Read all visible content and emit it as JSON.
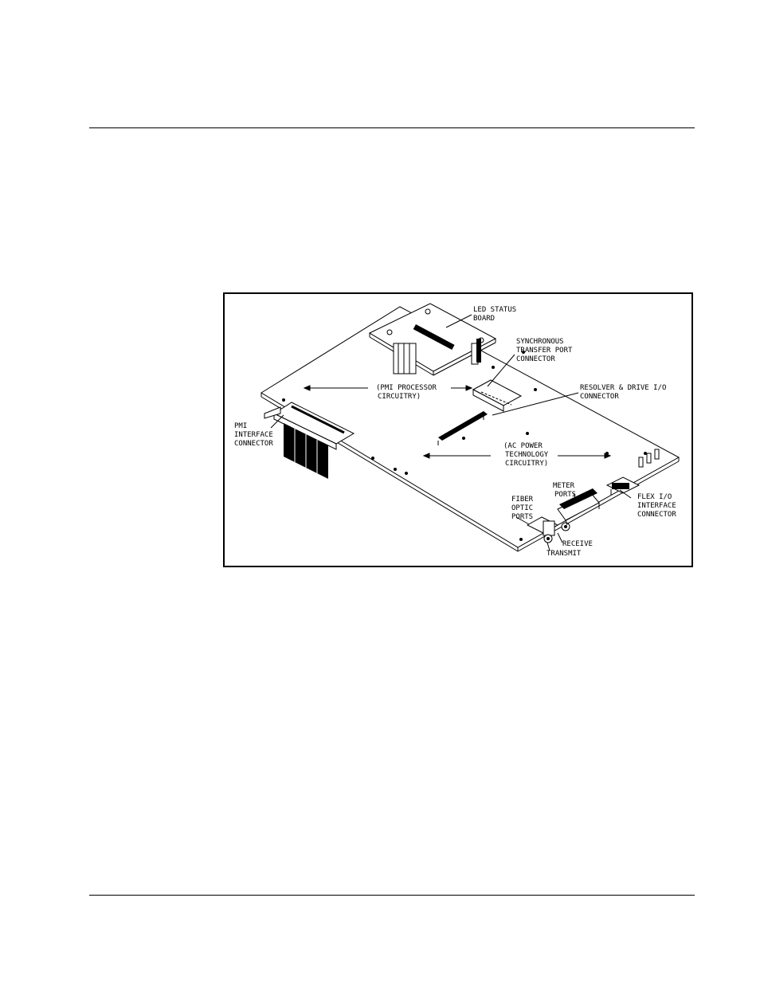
{
  "figure": {
    "labels": {
      "led_status_board": [
        "LED STATUS",
        "BOARD"
      ],
      "synchronous_transfer_port": [
        "SYNCHRONOUS",
        "TRANSFER PORT",
        "CONNECTOR"
      ],
      "pmi_processor_circuitry": [
        "(PMI PROCESSOR",
        "CIRCUITRY)"
      ],
      "resolver_drive_io": [
        "RESOLVER & DRIVE I/O",
        "CONNECTOR"
      ],
      "pmi_interface_connector": [
        "PMI",
        "INTERFACE",
        "CONNECTOR"
      ],
      "ac_power_technology_circuitry": [
        "(AC POWER",
        "TECHNOLOGY",
        "CIRCUITRY)"
      ],
      "meter_ports": [
        "METER",
        "PORTS"
      ],
      "fiber_optic_ports": [
        "FIBER",
        "OPTIC",
        "PORTS"
      ],
      "flex_io_interface_connector": [
        "FLEX I/O",
        "INTERFACE",
        "CONNECTOR"
      ],
      "receive": [
        "RECEIVE"
      ],
      "transmit": [
        "TRANSMIT"
      ]
    }
  }
}
